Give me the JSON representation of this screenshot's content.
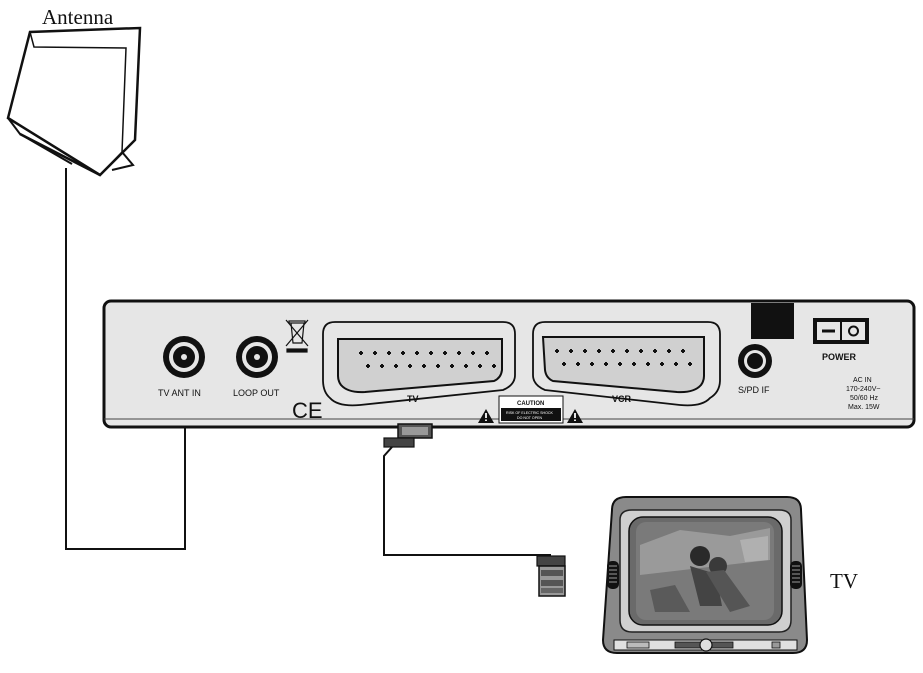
{
  "diagram": {
    "antenna_label": "Antenna",
    "tv_label": "TV"
  },
  "rear_panel": {
    "tv_ant_in_label": "TV ANT IN",
    "loop_out_label": "LOOP OUT",
    "ce_mark": "CE",
    "scart_tv_label": "TV",
    "scart_vcr_label": "VCR",
    "caution_title": "CAUTION",
    "caution_text_line1": "RISK OF ELECTRIC SHOCK",
    "caution_text_line2": "DO NOT OPEN",
    "spdif_label": "S/PD IF",
    "power_label": "POWER",
    "ac_in_label": "AC IN",
    "voltage_label": "170-240V~",
    "frequency_label": "50/60 Hz",
    "max_power_label": "Max. 15W"
  },
  "colors": {
    "panel_fill": "#e6e6e6",
    "line": "#111111"
  }
}
